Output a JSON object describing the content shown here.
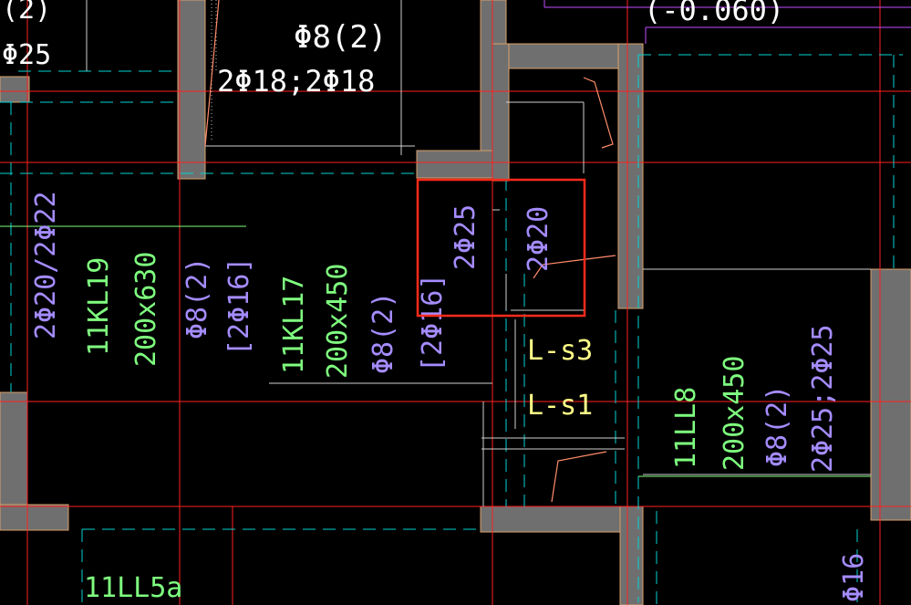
{
  "colors": {
    "background": "#000000",
    "wall": "#6f6f6f",
    "wall_edge": "#d9a06a",
    "axis_red": "#ff2020",
    "cyan_dash": "#00d5d5",
    "white": "#ffffff",
    "green": "#7fff7f",
    "purple": "#a58cff",
    "violet": "#c24dff",
    "yellow": "#ffff88",
    "magenta": "#ff40ff",
    "salmon": "#ff8c6b",
    "highlight": "#ff2a1a"
  },
  "labels": {
    "top_left_paren": "(2)",
    "top_left_phi25": "Φ25",
    "stirrup_top": "Φ8(2)",
    "top_rebar": "2Φ18;2Φ18",
    "elevation": "(-0.060)",
    "kl19": {
      "top_bottom_rebar": "2Φ20/2Φ22",
      "name": "11KL19",
      "size": "200x630",
      "stirrup": "Φ8(2)",
      "side": "[2Φ16]"
    },
    "kl17": {
      "name": "11KL17",
      "size": "200x450",
      "stirrup": "Φ8(2)",
      "side": "[2Φ16]"
    },
    "highlight_a": "2Φ25",
    "highlight_b": "2Φ20",
    "ls3": "L-s3",
    "ls1": "L-s1",
    "ll8": {
      "name": "11LL8",
      "size": "200x450",
      "stirrup": "Φ8(2)",
      "rebar": "2Φ25;2Φ25"
    },
    "ll5a": "11LL5a",
    "bottom_right": "Φ16"
  }
}
